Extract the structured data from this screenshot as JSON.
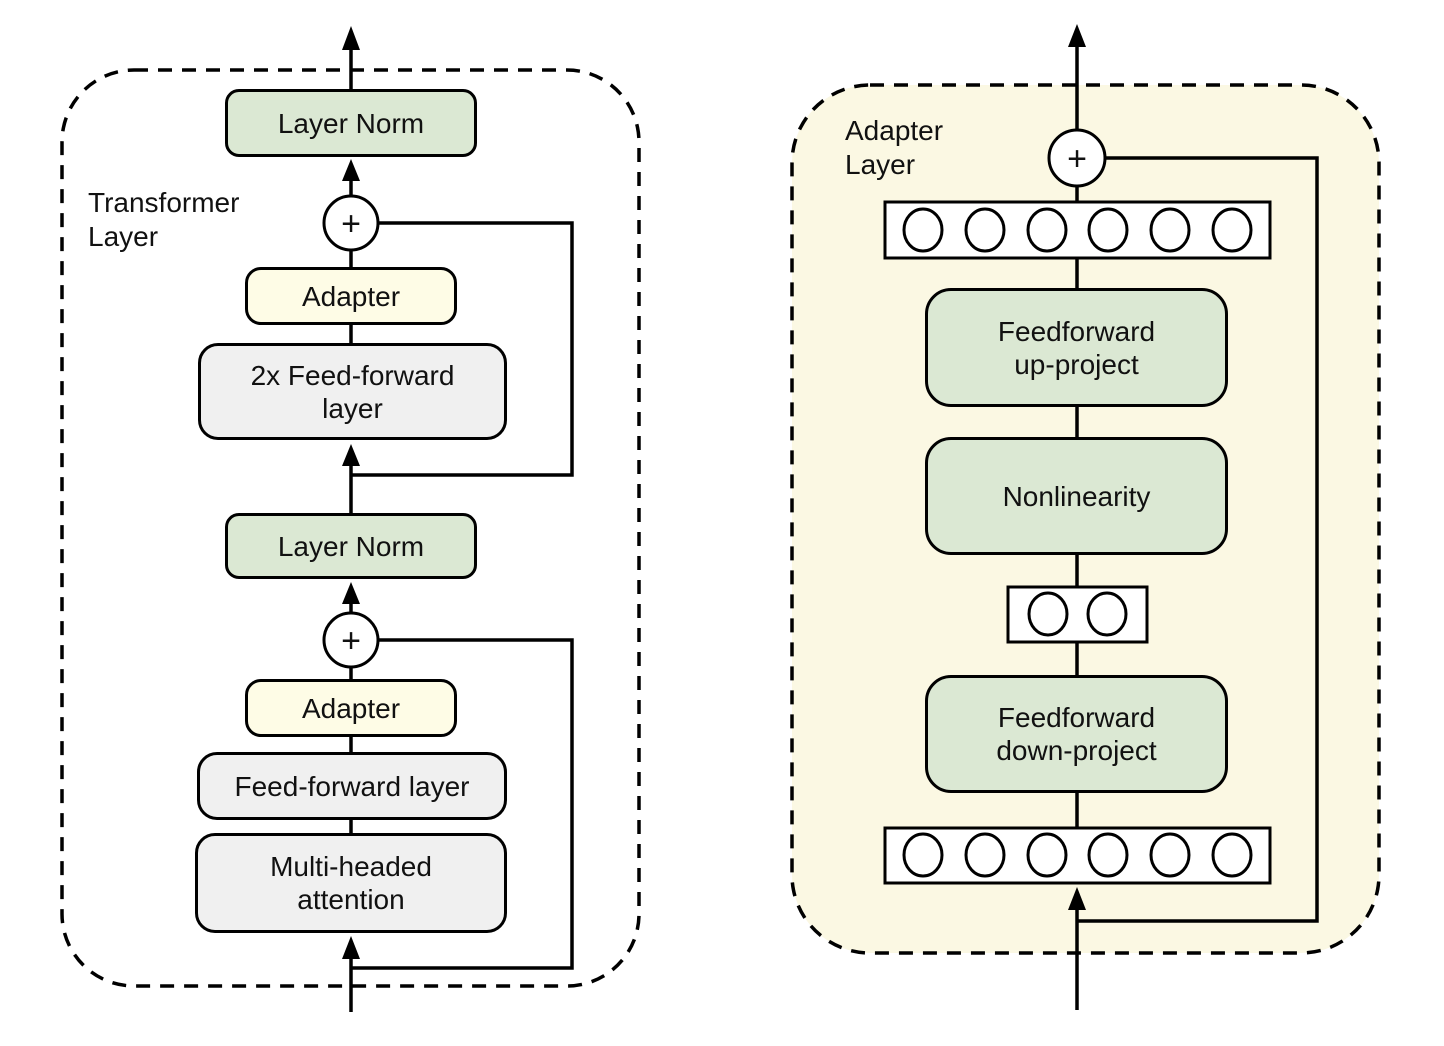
{
  "colors": {
    "green": "#dbe8d3",
    "yellow": "#fefce6",
    "gray": "#f0f0f0",
    "cream": "#fbf8e3",
    "stroke": "#000000",
    "background": "#ffffff"
  },
  "symbols": {
    "plus": "+"
  },
  "left": {
    "frame_label": {
      "line1": "Transformer",
      "line2": "Layer"
    },
    "layer_norm_top": "Layer Norm",
    "adapter_top": "Adapter",
    "feed_forward_2x": {
      "line1": "2x Feed-forward",
      "line2": "layer"
    },
    "layer_norm_mid": "Layer Norm",
    "adapter_bottom": "Adapter",
    "feed_forward": "Feed-forward layer",
    "multi_head": {
      "line1": "Multi-headed",
      "line2": "attention"
    }
  },
  "right": {
    "frame_label": {
      "line1": "Adapter",
      "line2": "Layer"
    },
    "feed_forward_up": {
      "line1": "Feedforward",
      "line2": "up-project"
    },
    "nonlinearity": "Nonlinearity",
    "feed_forward_down": {
      "line1": "Feedforward",
      "line2": "down-project"
    }
  }
}
